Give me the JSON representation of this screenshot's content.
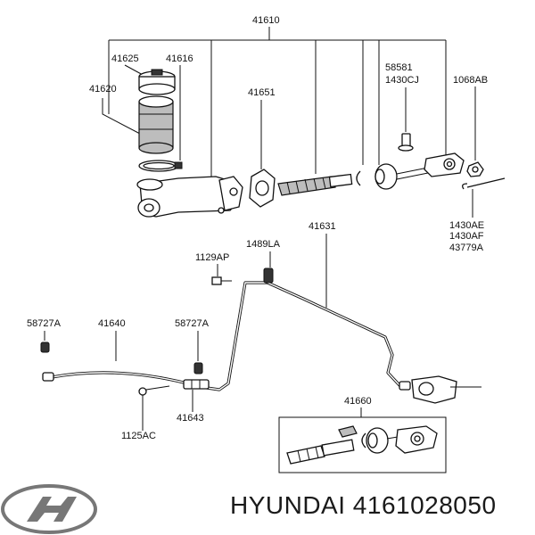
{
  "labels": {
    "l41610": "41610",
    "l41625": "41625",
    "l41616": "41616",
    "l41620": "41620",
    "l41651": "41651",
    "l58581": "58581",
    "l1430CJ": "1430CJ",
    "l1068AB": "1068AB",
    "l41631": "41631",
    "l1129AP": "1129AP",
    "l1489LA": "1489LA",
    "l1430AE": "1430AE",
    "l1430AF": "1430AF",
    "l43779A": "43779A",
    "l58727A_left": "58727A",
    "l41640": "41640",
    "l58727A_right": "58727A",
    "l41643": "41643",
    "l1125AC": "1125AC",
    "l41660": "41660"
  },
  "brand": {
    "logo_icon": "hyundai-logo-icon",
    "caption": "HYUNDAI 4161028050"
  }
}
